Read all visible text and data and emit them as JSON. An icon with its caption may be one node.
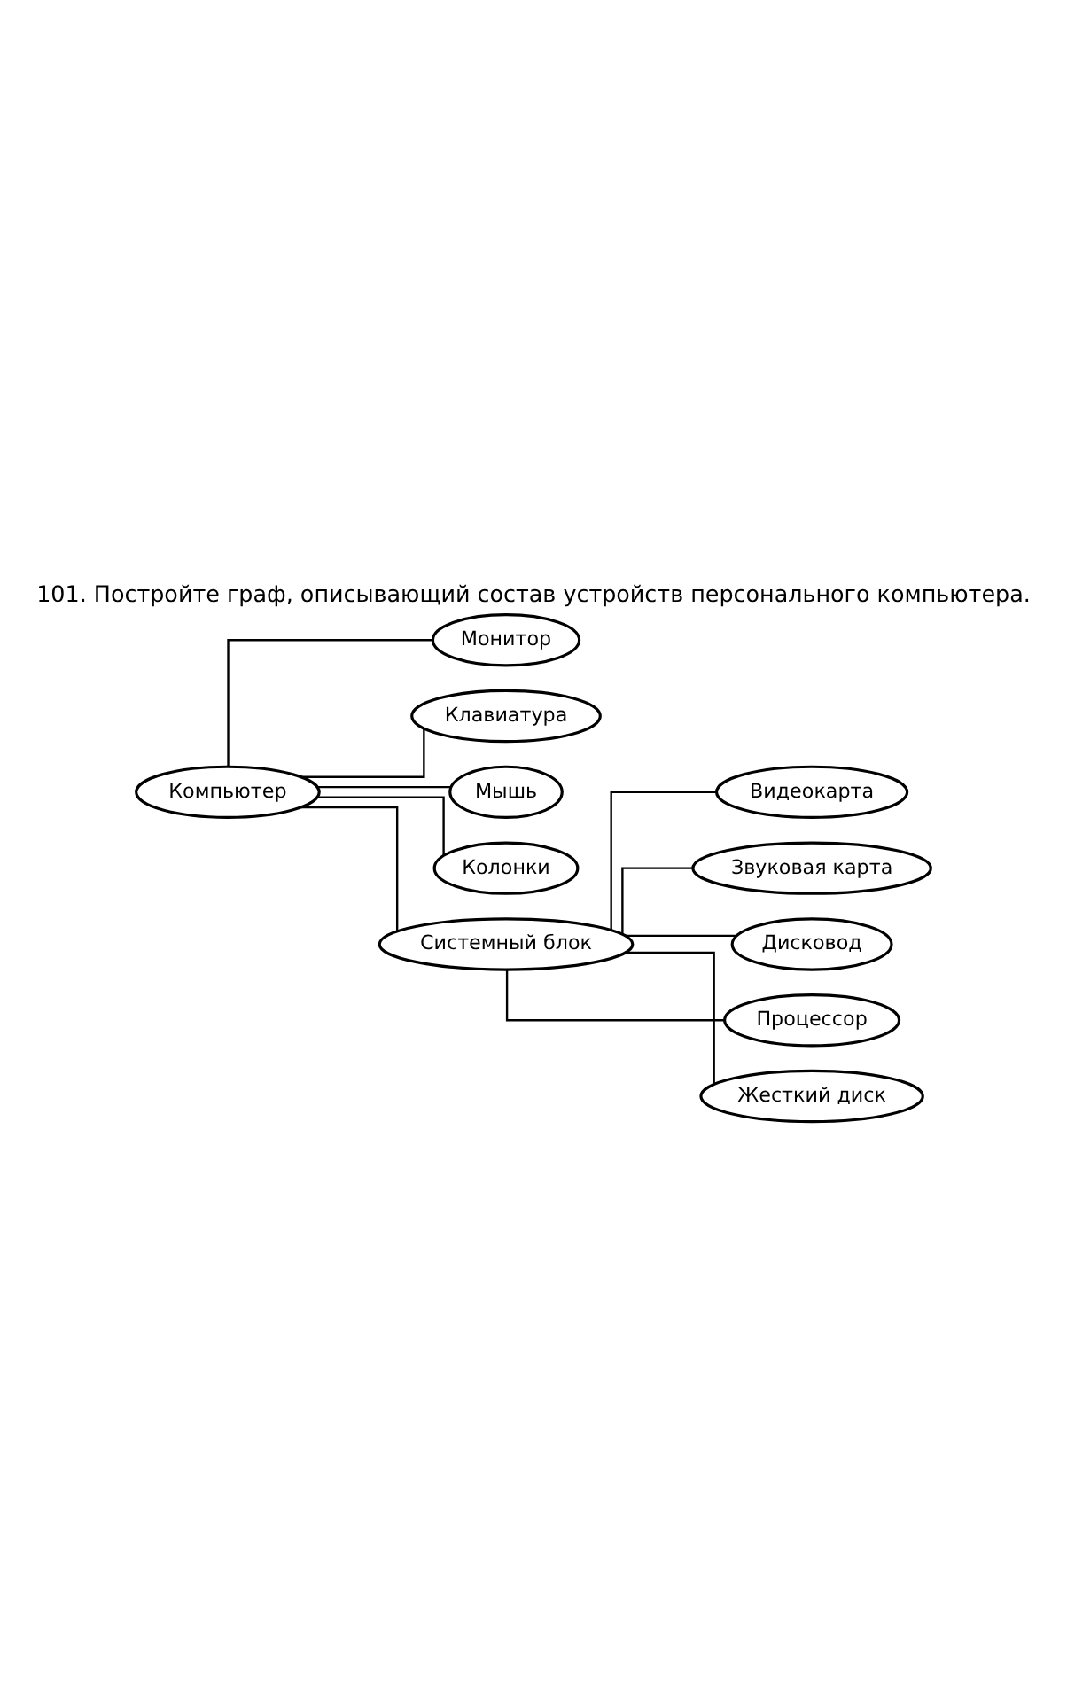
{
  "diagram": {
    "title": "101. Постройте граф, описывающий состав устройств персонального компьютера.",
    "nodes": [
      {
        "text": [
          "Компьютер"
        ]
      },
      {
        "text": [
          "Монитор"
        ]
      },
      {
        "text": [
          "Клавиатура"
        ]
      },
      {
        "text": [
          "Мышь"
        ]
      },
      {
        "text": [
          "Колонки"
        ]
      },
      {
        "text": [
          "Системный блок"
        ]
      },
      {
        "text": [
          "Видеокарта"
        ]
      },
      {
        "text": [
          "Звуковая карта"
        ]
      },
      {
        "text": [
          "Дисковод"
        ]
      },
      {
        "text": [
          "Процессор"
        ]
      },
      {
        "text": [
          "Жесткий диск"
        ]
      }
    ],
    "edges": [
      {
        "from": 0,
        "to": 1,
        "arrow": "none"
      },
      {
        "from": 0,
        "to": 2,
        "arrow": "none"
      },
      {
        "from": 0,
        "to": 3,
        "arrow": "none"
      },
      {
        "from": 0,
        "to": 4,
        "arrow": "none"
      },
      {
        "from": 0,
        "to": 5,
        "arrow": "none"
      },
      {
        "from": 5,
        "to": 6,
        "arrow": "none"
      },
      {
        "from": 5,
        "to": 7,
        "arrow": "none"
      },
      {
        "from": 5,
        "to": 8,
        "arrow": "none"
      },
      {
        "from": 5,
        "to": 9,
        "arrow": "none"
      },
      {
        "from": 5,
        "to": 10,
        "arrow": "none"
      }
    ]
  }
}
